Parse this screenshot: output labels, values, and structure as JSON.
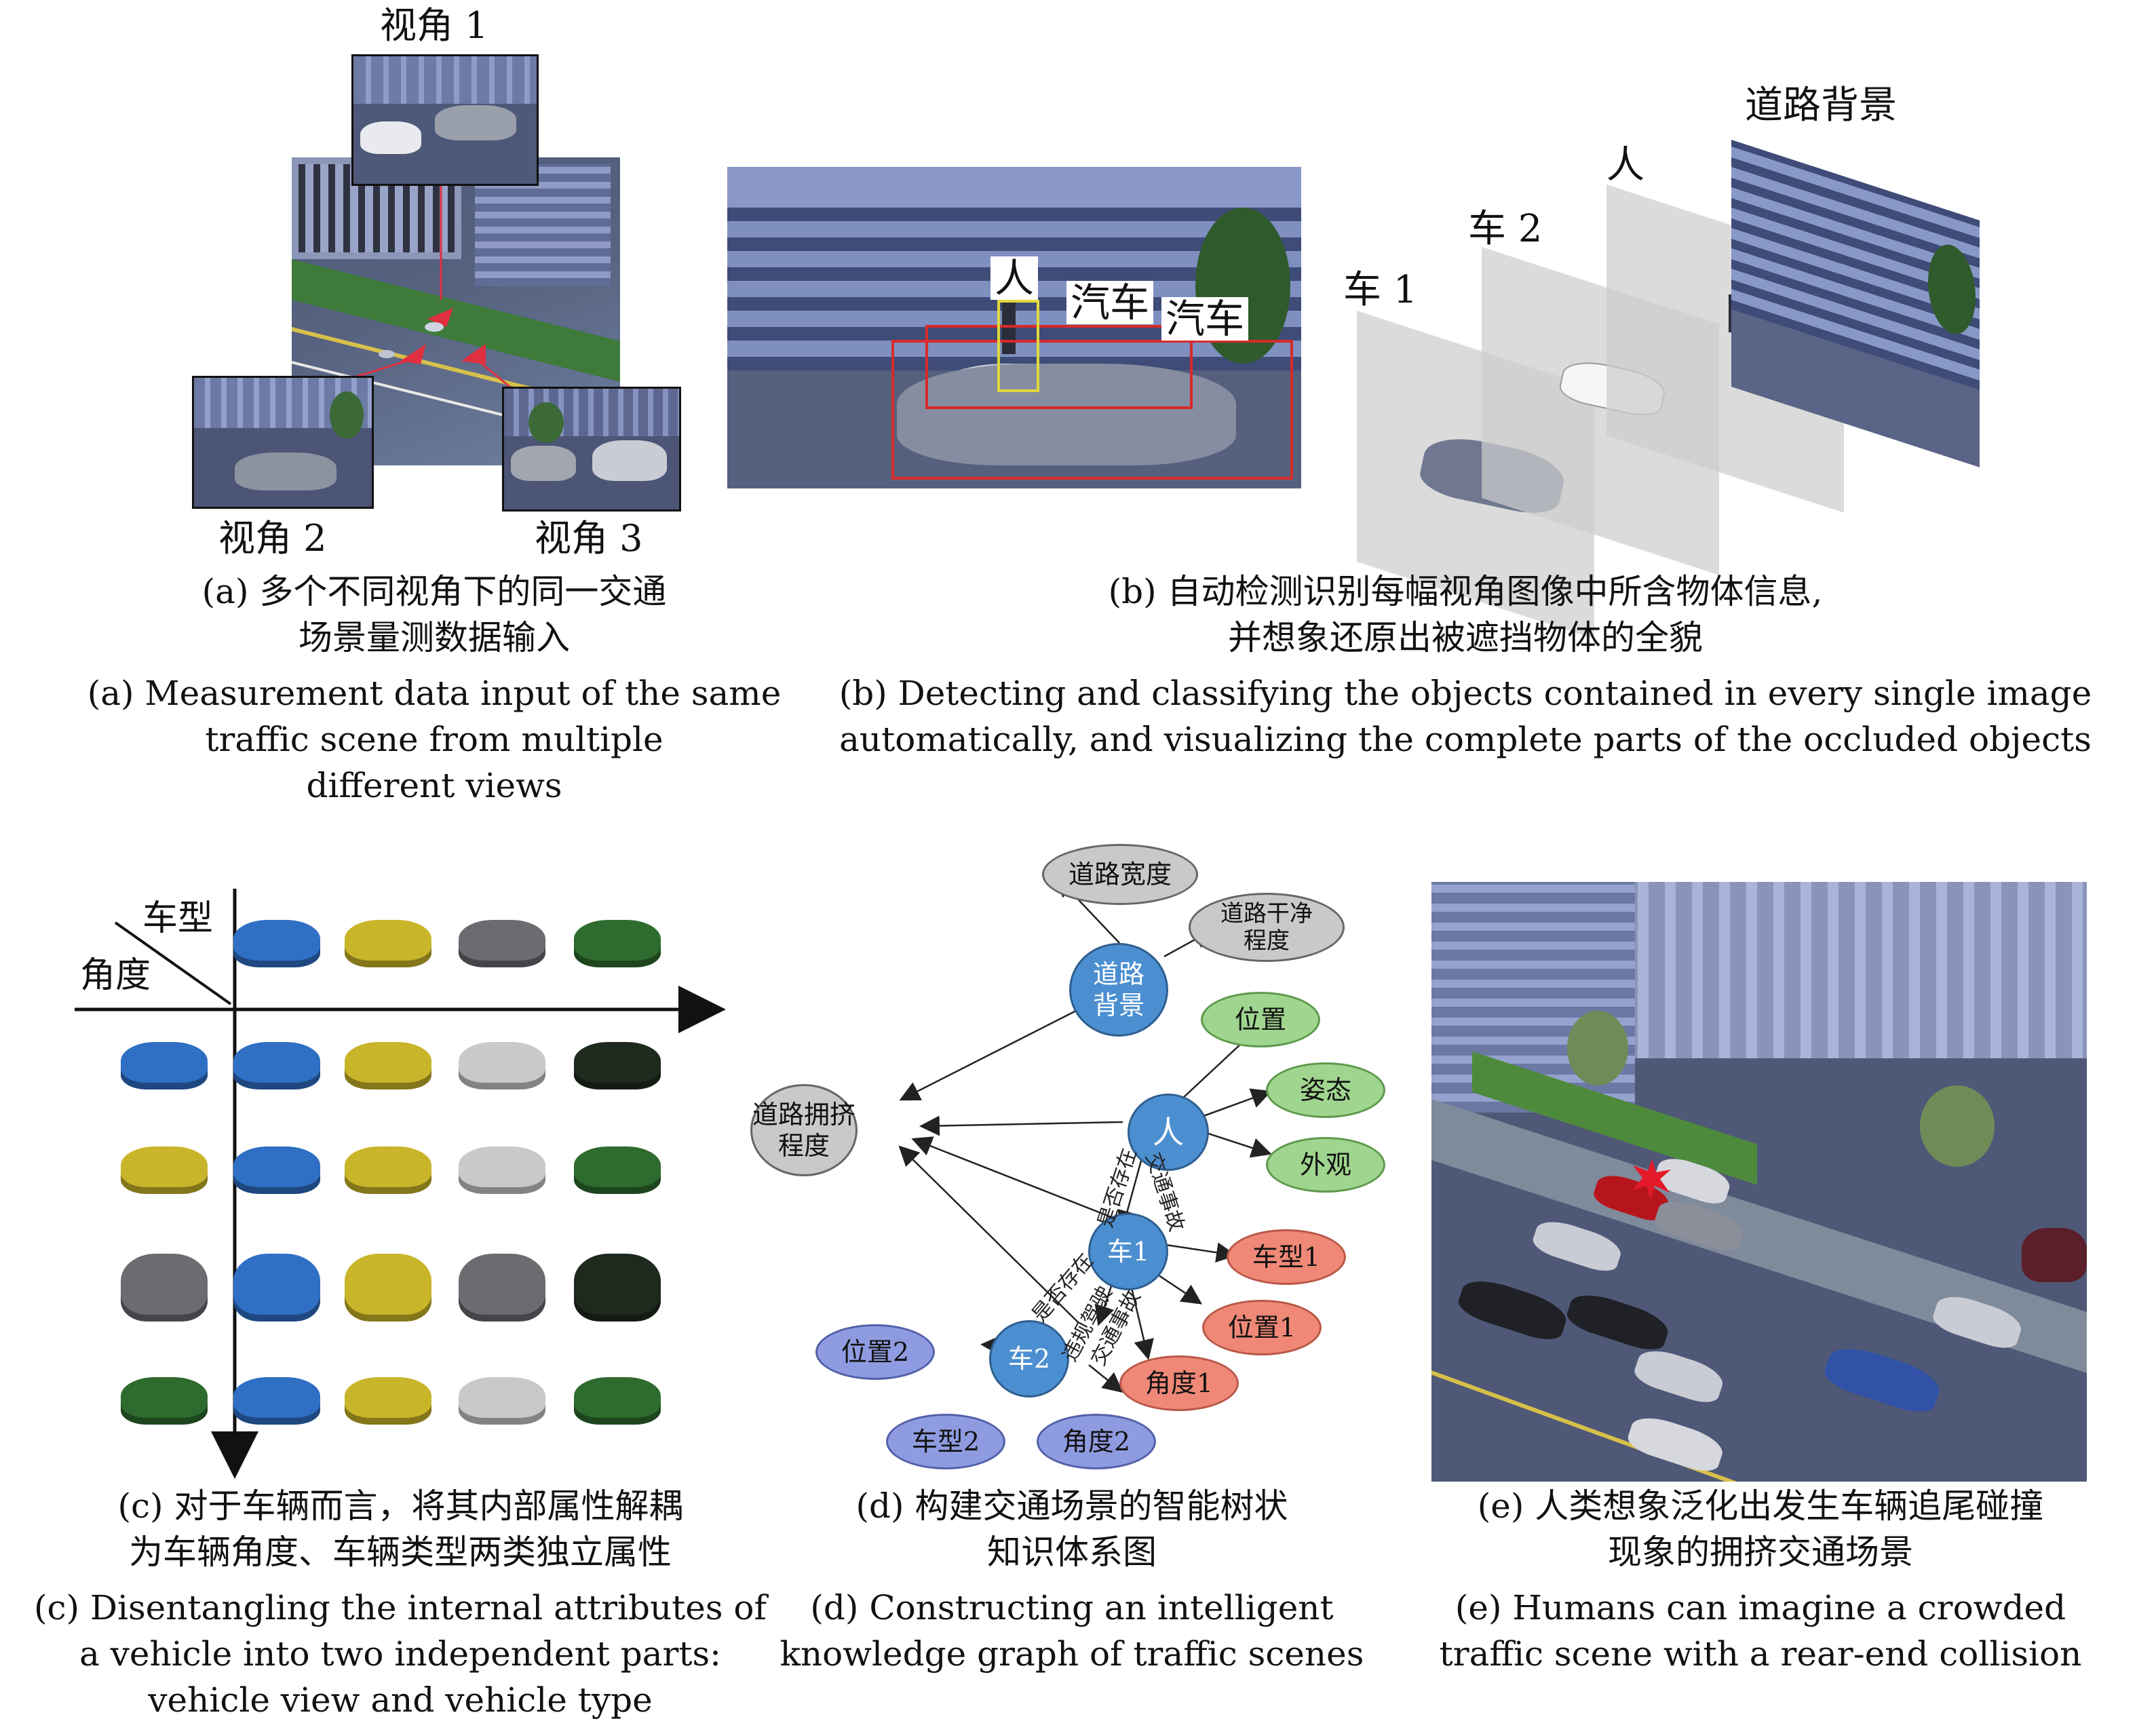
{
  "panel_a": {
    "view1": "视角 1",
    "view2": "视角 2",
    "view3": "视角 3",
    "caption_cn": [
      "(a) 多个不同视角下的同一交通",
      "场景量测数据输入"
    ],
    "caption_en": [
      "(a) Measurement data input of the same",
      "traffic scene from multiple",
      "different views"
    ]
  },
  "panel_b": {
    "tag_person": "人",
    "tag_car1": "汽车",
    "tag_car2": "汽车",
    "layer_car1": "车 1",
    "layer_car2": "车 2",
    "layer_person": "人",
    "layer_road": "道路背景",
    "caption_cn": [
      "(b) 自动检测识别每幅视角图像中所含物体信息,",
      "并想象还原出被遮挡物体的全貌"
    ],
    "caption_en": [
      "(b) Detecting and classifying the objects contained in every single image",
      "automatically, and visualizing the complete parts of the occluded objects"
    ]
  },
  "panel_c": {
    "axis_type": "车型",
    "axis_angle": "角度",
    "caption_cn": [
      "(c) 对于车辆而言，将其内部属性解耦",
      "为车辆角度、车辆类型两类独立属性"
    ],
    "caption_en": [
      "(c) Disentangling the internal attributes of",
      "a vehicle into two independent parts:",
      "vehicle view and vehicle type"
    ],
    "colors": {
      "blue": "#2f6fc4",
      "yellow": "#c9b52a",
      "gray": "#6b6b70",
      "silver": "#c9c9cc",
      "green": "#2e6b2e",
      "dark": "#1e2a1e"
    }
  },
  "panel_d": {
    "nodes": {
      "road_width": "道路宽度",
      "road_clean": [
        "道路干净",
        "程度"
      ],
      "road_bg": [
        "道路",
        "背景"
      ],
      "congestion": [
        "道路拥挤",
        "程度"
      ],
      "person": "人",
      "pos": "位置",
      "pose": "姿态",
      "look": "外观",
      "car1": "车1",
      "type1": "车型1",
      "pos1": "位置1",
      "angle1": "角度1",
      "car2": "车2",
      "pos2": "位置2",
      "type2": "车型2",
      "angle2": "角度2"
    },
    "edges": {
      "exists1": "是否存在",
      "accident1": "交通事故",
      "exists2": "是否存在",
      "violation": "违规驾驶",
      "accident2": "交通事故"
    },
    "caption_cn": [
      "(d) 构建交通场景的智能树状",
      "知识体系图"
    ],
    "caption_en": [
      "(d) Constructing an intelligent",
      "knowledge graph of traffic scenes"
    ]
  },
  "panel_e": {
    "caption_cn": [
      "(e) 人类想象泛化出发生车辆追尾碰撞",
      "现象的拥挤交通场景"
    ],
    "caption_en": [
      "(e) Humans can imagine a crowded",
      "traffic scene with a rear-end collision"
    ]
  }
}
